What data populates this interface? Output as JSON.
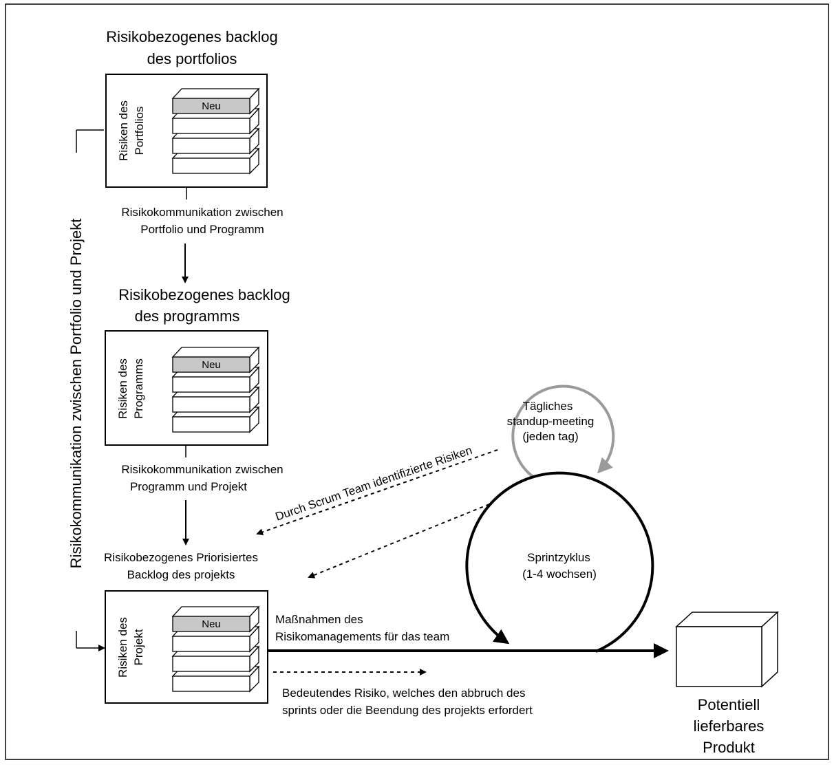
{
  "portfolio": {
    "title_line1": "Risikobezogenes backlog",
    "title_line2": "des portfolios",
    "box_label_line1": "Risiken des",
    "box_label_line2": "Portfolios",
    "new_item": "Neu",
    "comm_line1": "Risikokommunikation zwischen",
    "comm_line2": "Portfolio und Programm"
  },
  "program": {
    "title_line1": "Risikobezogenes backlog",
    "title_line2": "des programms",
    "box_label_line1": "Risiken des",
    "box_label_line2": "Programms",
    "new_item": "Neu",
    "comm_line1": "Risikokommunikation zwischen",
    "comm_line2": "Programm und Projekt"
  },
  "project": {
    "title_line1": "Risikobezogenes Priorisiertes",
    "title_line2": "Backlog des projekts",
    "box_label_line1": "Risiken des",
    "box_label_line2": "Projekt",
    "new_item": "Neu"
  },
  "side_label": "Risikokommunikation zwischen Portfolio und Projekt",
  "daily_meeting": {
    "line1": "Tägliches",
    "line2": "standup-meeting",
    "line3": "(jeden tag)"
  },
  "sprint": {
    "line1": "Sprintzyklus",
    "line2": "(1-4 wochsen)"
  },
  "scrum_team_label": "Durch Scrum Team identifizierte Risiken",
  "measures": {
    "line1": "Maßnahmen des",
    "line2": "Risikomanagements für das team"
  },
  "significant_risk": {
    "line1": "Bedeutendes Risiko, welches den abbruch des",
    "line2": "sprints oder die Beendung des projekts erfordert"
  },
  "product": {
    "line1": "Potentiell",
    "line2": "lieferbares",
    "line3": "Produkt"
  },
  "colors": {
    "line": "#000000",
    "new_item_fill": "#c8c8c8",
    "daily_circle": "#9a9a9a"
  }
}
